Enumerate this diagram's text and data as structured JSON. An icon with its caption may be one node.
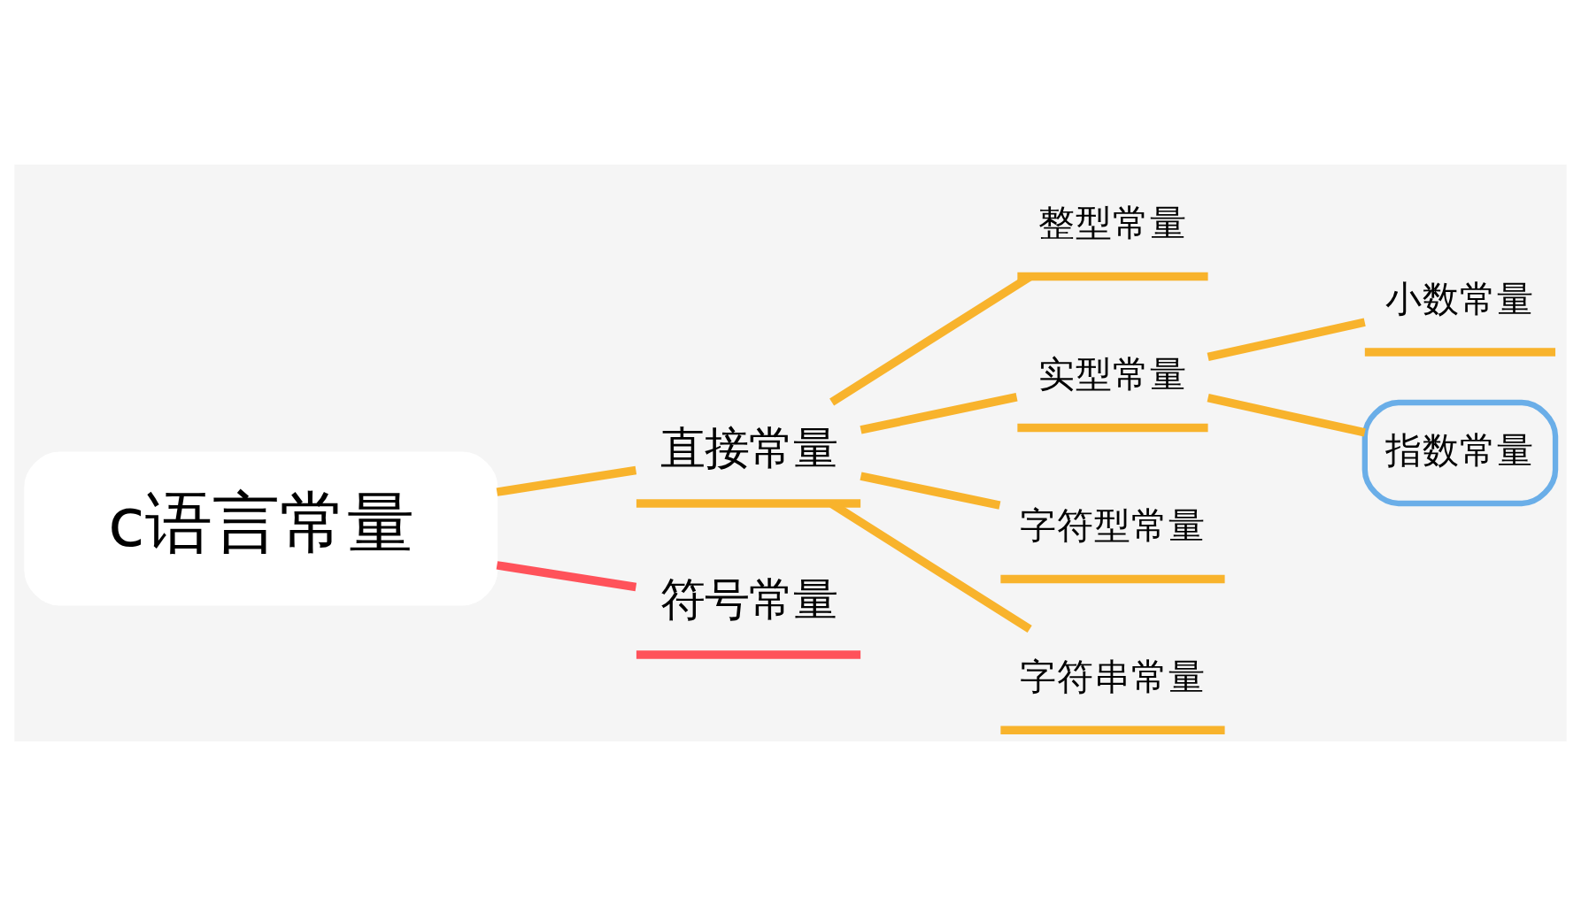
{
  "diagram": {
    "nodes": [
      {
        "text": [
          "c语言常量"
        ]
      },
      {
        "text": [
          "直接常量"
        ]
      },
      {
        "text": [
          "整型常量"
        ]
      },
      {
        "text": [
          "实型常量"
        ]
      },
      {
        "text": [
          "小数常量"
        ]
      },
      {
        "text": [
          "指数常量"
        ]
      },
      {
        "text": [
          "字符型常量"
        ]
      },
      {
        "text": [
          "字符串常量"
        ]
      },
      {
        "text": [
          "符号常量"
        ]
      }
    ],
    "edges": [
      {
        "from": 0,
        "to": 1,
        "arrow": "none"
      },
      {
        "from": 1,
        "to": 2,
        "arrow": "none"
      },
      {
        "from": 1,
        "to": 3,
        "arrow": "none"
      },
      {
        "from": 3,
        "to": 4,
        "arrow": "none"
      },
      {
        "from": 3,
        "to": 5,
        "arrow": "none"
      },
      {
        "from": 1,
        "to": 6,
        "arrow": "none"
      },
      {
        "from": 1,
        "to": 7,
        "arrow": "none"
      },
      {
        "from": 0,
        "to": 8,
        "arrow": "none",
        "color": "#ff525a"
      }
    ]
  }
}
